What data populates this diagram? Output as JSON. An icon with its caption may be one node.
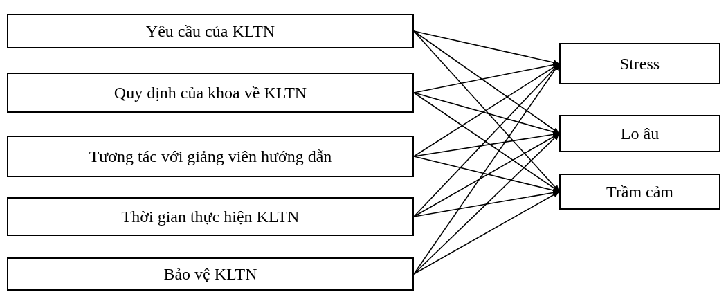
{
  "diagram": {
    "nodes": [
      {
        "text": [
          "Yêu cầu của KLTN"
        ]
      },
      {
        "text": [
          "Quy định của khoa về KLTN"
        ]
      },
      {
        "text": [
          "Tương tác với giảng viên hướng dẫn"
        ]
      },
      {
        "text": [
          "Thời gian thực hiện KLTN"
        ]
      },
      {
        "text": [
          "Bảo vệ KLTN"
        ]
      },
      {
        "text": [
          "Stress"
        ]
      },
      {
        "text": [
          "Lo âu"
        ]
      },
      {
        "text": [
          "Trầm cảm"
        ]
      }
    ],
    "edges": [
      {
        "from": 0,
        "to": 5,
        "arrow": "to"
      },
      {
        "from": 0,
        "to": 6,
        "arrow": "to"
      },
      {
        "from": 0,
        "to": 7,
        "arrow": "to"
      },
      {
        "from": 1,
        "to": 5,
        "arrow": "to"
      },
      {
        "from": 1,
        "to": 6,
        "arrow": "to"
      },
      {
        "from": 1,
        "to": 7,
        "arrow": "to"
      },
      {
        "from": 2,
        "to": 5,
        "arrow": "to"
      },
      {
        "from": 2,
        "to": 6,
        "arrow": "to"
      },
      {
        "from": 2,
        "to": 7,
        "arrow": "to"
      },
      {
        "from": 3,
        "to": 5,
        "arrow": "to"
      },
      {
        "from": 3,
        "to": 6,
        "arrow": "to"
      },
      {
        "from": 3,
        "to": 7,
        "arrow": "to"
      },
      {
        "from": 4,
        "to": 5,
        "arrow": "to"
      },
      {
        "from": 4,
        "to": 6,
        "arrow": "to"
      },
      {
        "from": 4,
        "to": 7,
        "arrow": "to"
      }
    ]
  }
}
